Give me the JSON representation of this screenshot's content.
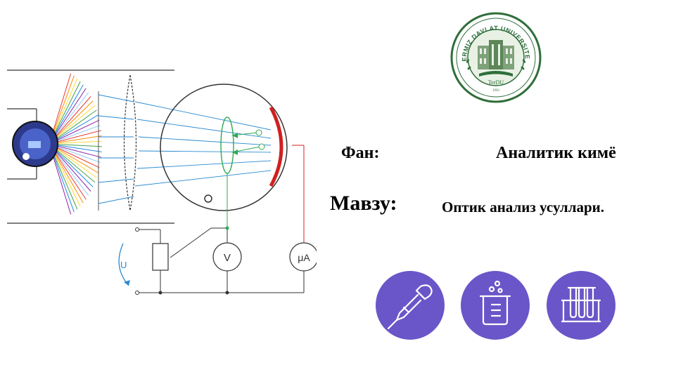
{
  "colors": {
    "accent": "#6a56c8",
    "logo_green": "#2f6e3a",
    "diagram_red": "#d02020",
    "diagram_green": "#2eaa52",
    "diagram_blue": "#2a8ad0"
  },
  "subject": {
    "label": "Фан:",
    "value": "Аналитик кимё"
  },
  "topic": {
    "label": "Мавзу:",
    "value": "Оптик анализ усуллари."
  },
  "logo": {
    "ring_text": "TERMIZ DAVLAT UNIVERSITETI",
    "abbr": "TerDU",
    "year": "1992"
  },
  "diagram": {
    "voltmeter": "V",
    "microammeter": "μA",
    "voltage_symbol": "U"
  },
  "icons": [
    "pipette-icon",
    "beaker-icon",
    "test-tubes-icon"
  ]
}
